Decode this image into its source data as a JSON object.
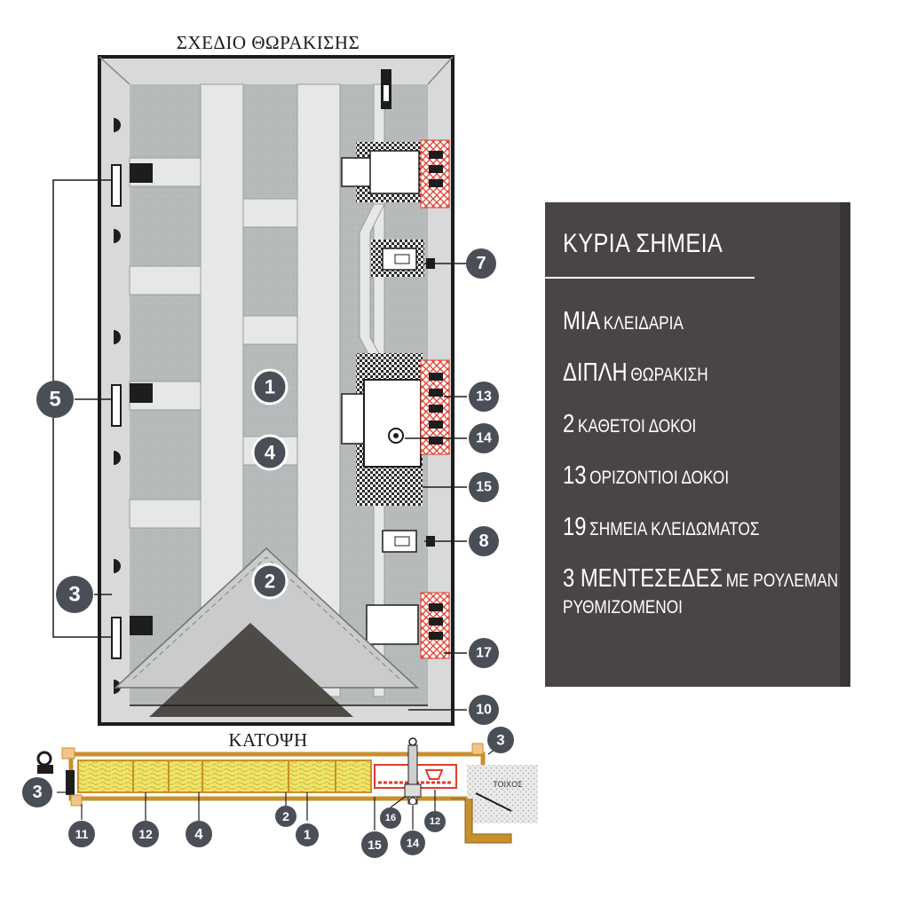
{
  "diagram": {
    "title_elevation": "ΣΧΕΔΙΟ ΘΩΡΑΚΙΣΗΣ",
    "title_plan": "ΚΑΤΟΨΗ",
    "wall_label": "ΤΟΙΧΟΣ",
    "callouts_elevation": {
      "c1": "1",
      "c2": "2",
      "c3": "3",
      "c4": "4",
      "c5": "5",
      "c7": "7",
      "c8": "8",
      "c10": "10",
      "c13": "13",
      "c14": "14",
      "c15": "15",
      "c17": "17"
    },
    "callouts_plan": {
      "p3a": "3",
      "p3b": "3",
      "p11": "11",
      "p12a": "12",
      "p4": "4",
      "p2": "2",
      "p1": "1",
      "p15": "15",
      "p16": "16",
      "p14": "14",
      "p12b": "12"
    }
  },
  "panel": {
    "title": "ΚΥΡΙΑ ΣΗΜΕΙΑ",
    "items": [
      {
        "big": "ΜΙΑ",
        "small": "ΚΛΕΙΔΑΡΙΑ"
      },
      {
        "big": "ΔΙΠΛΗ",
        "small": "ΘΩΡΑΚΙΣΗ"
      },
      {
        "big": "2",
        "small": "ΚΑΘΕΤΟΙ ΔΟΚΟΙ"
      },
      {
        "big": "13",
        "small": "ΟΡΙΖΟΝΤΙΟΙ ΔΟΚΟΙ"
      },
      {
        "big": "19",
        "small": "ΣΗΜΕΙΑ ΚΛΕΙΔΩΜΑΤΟΣ"
      },
      {
        "big": "3 ΜΕΝΤΕΣΕΔΕΣ",
        "small": "ΜΕ ΡΟΥΛΕΜΑΝ",
        "line2": "ΡΥΘΜΙΖΟΜΕΝΟΙ"
      }
    ]
  },
  "colors": {
    "badge": "#4a4f57",
    "panel": "#4a4444",
    "steel": "#b9bcbd",
    "frame": "#d7d9da",
    "bar": "#e6e7e8",
    "insulation": "#f1e46a",
    "wood": "#c8902c",
    "lock_red": "#e23b2b"
  }
}
